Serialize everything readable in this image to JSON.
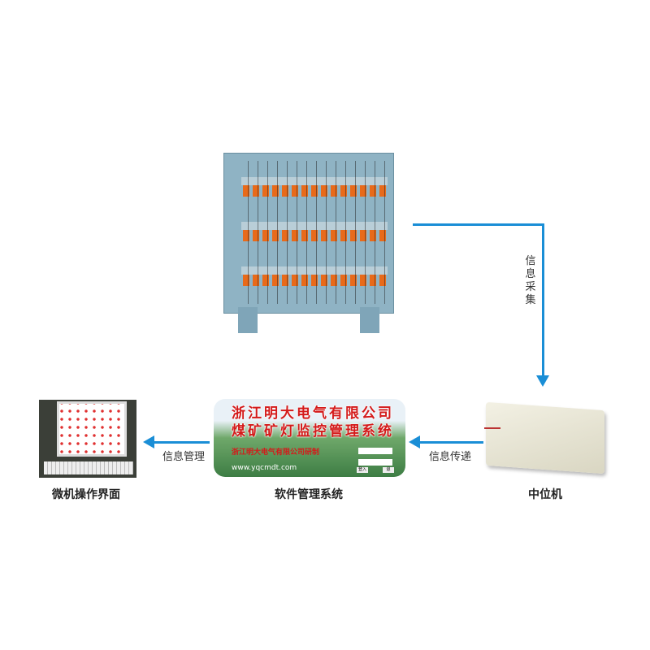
{
  "nodes": {
    "charging_rack": {
      "label": ""
    },
    "middle_unit": {
      "caption": "中位机"
    },
    "software": {
      "caption": "软件管理系统",
      "banner_title_1": "浙江明大电气有限公司",
      "banner_title_2": "煤矿矿灯监控管理系统",
      "banner_subtitle": "浙江明大电气有限公司研制",
      "banner_url": "www.yqcmdt.com",
      "login_button": "登入",
      "exit_button": "退"
    },
    "pc": {
      "caption": "微机操作界面"
    }
  },
  "edges": {
    "collect": "信息采集",
    "transfer": "信息传递",
    "manage": "信息管理"
  },
  "colors": {
    "arrow": "#1a8ed6"
  }
}
